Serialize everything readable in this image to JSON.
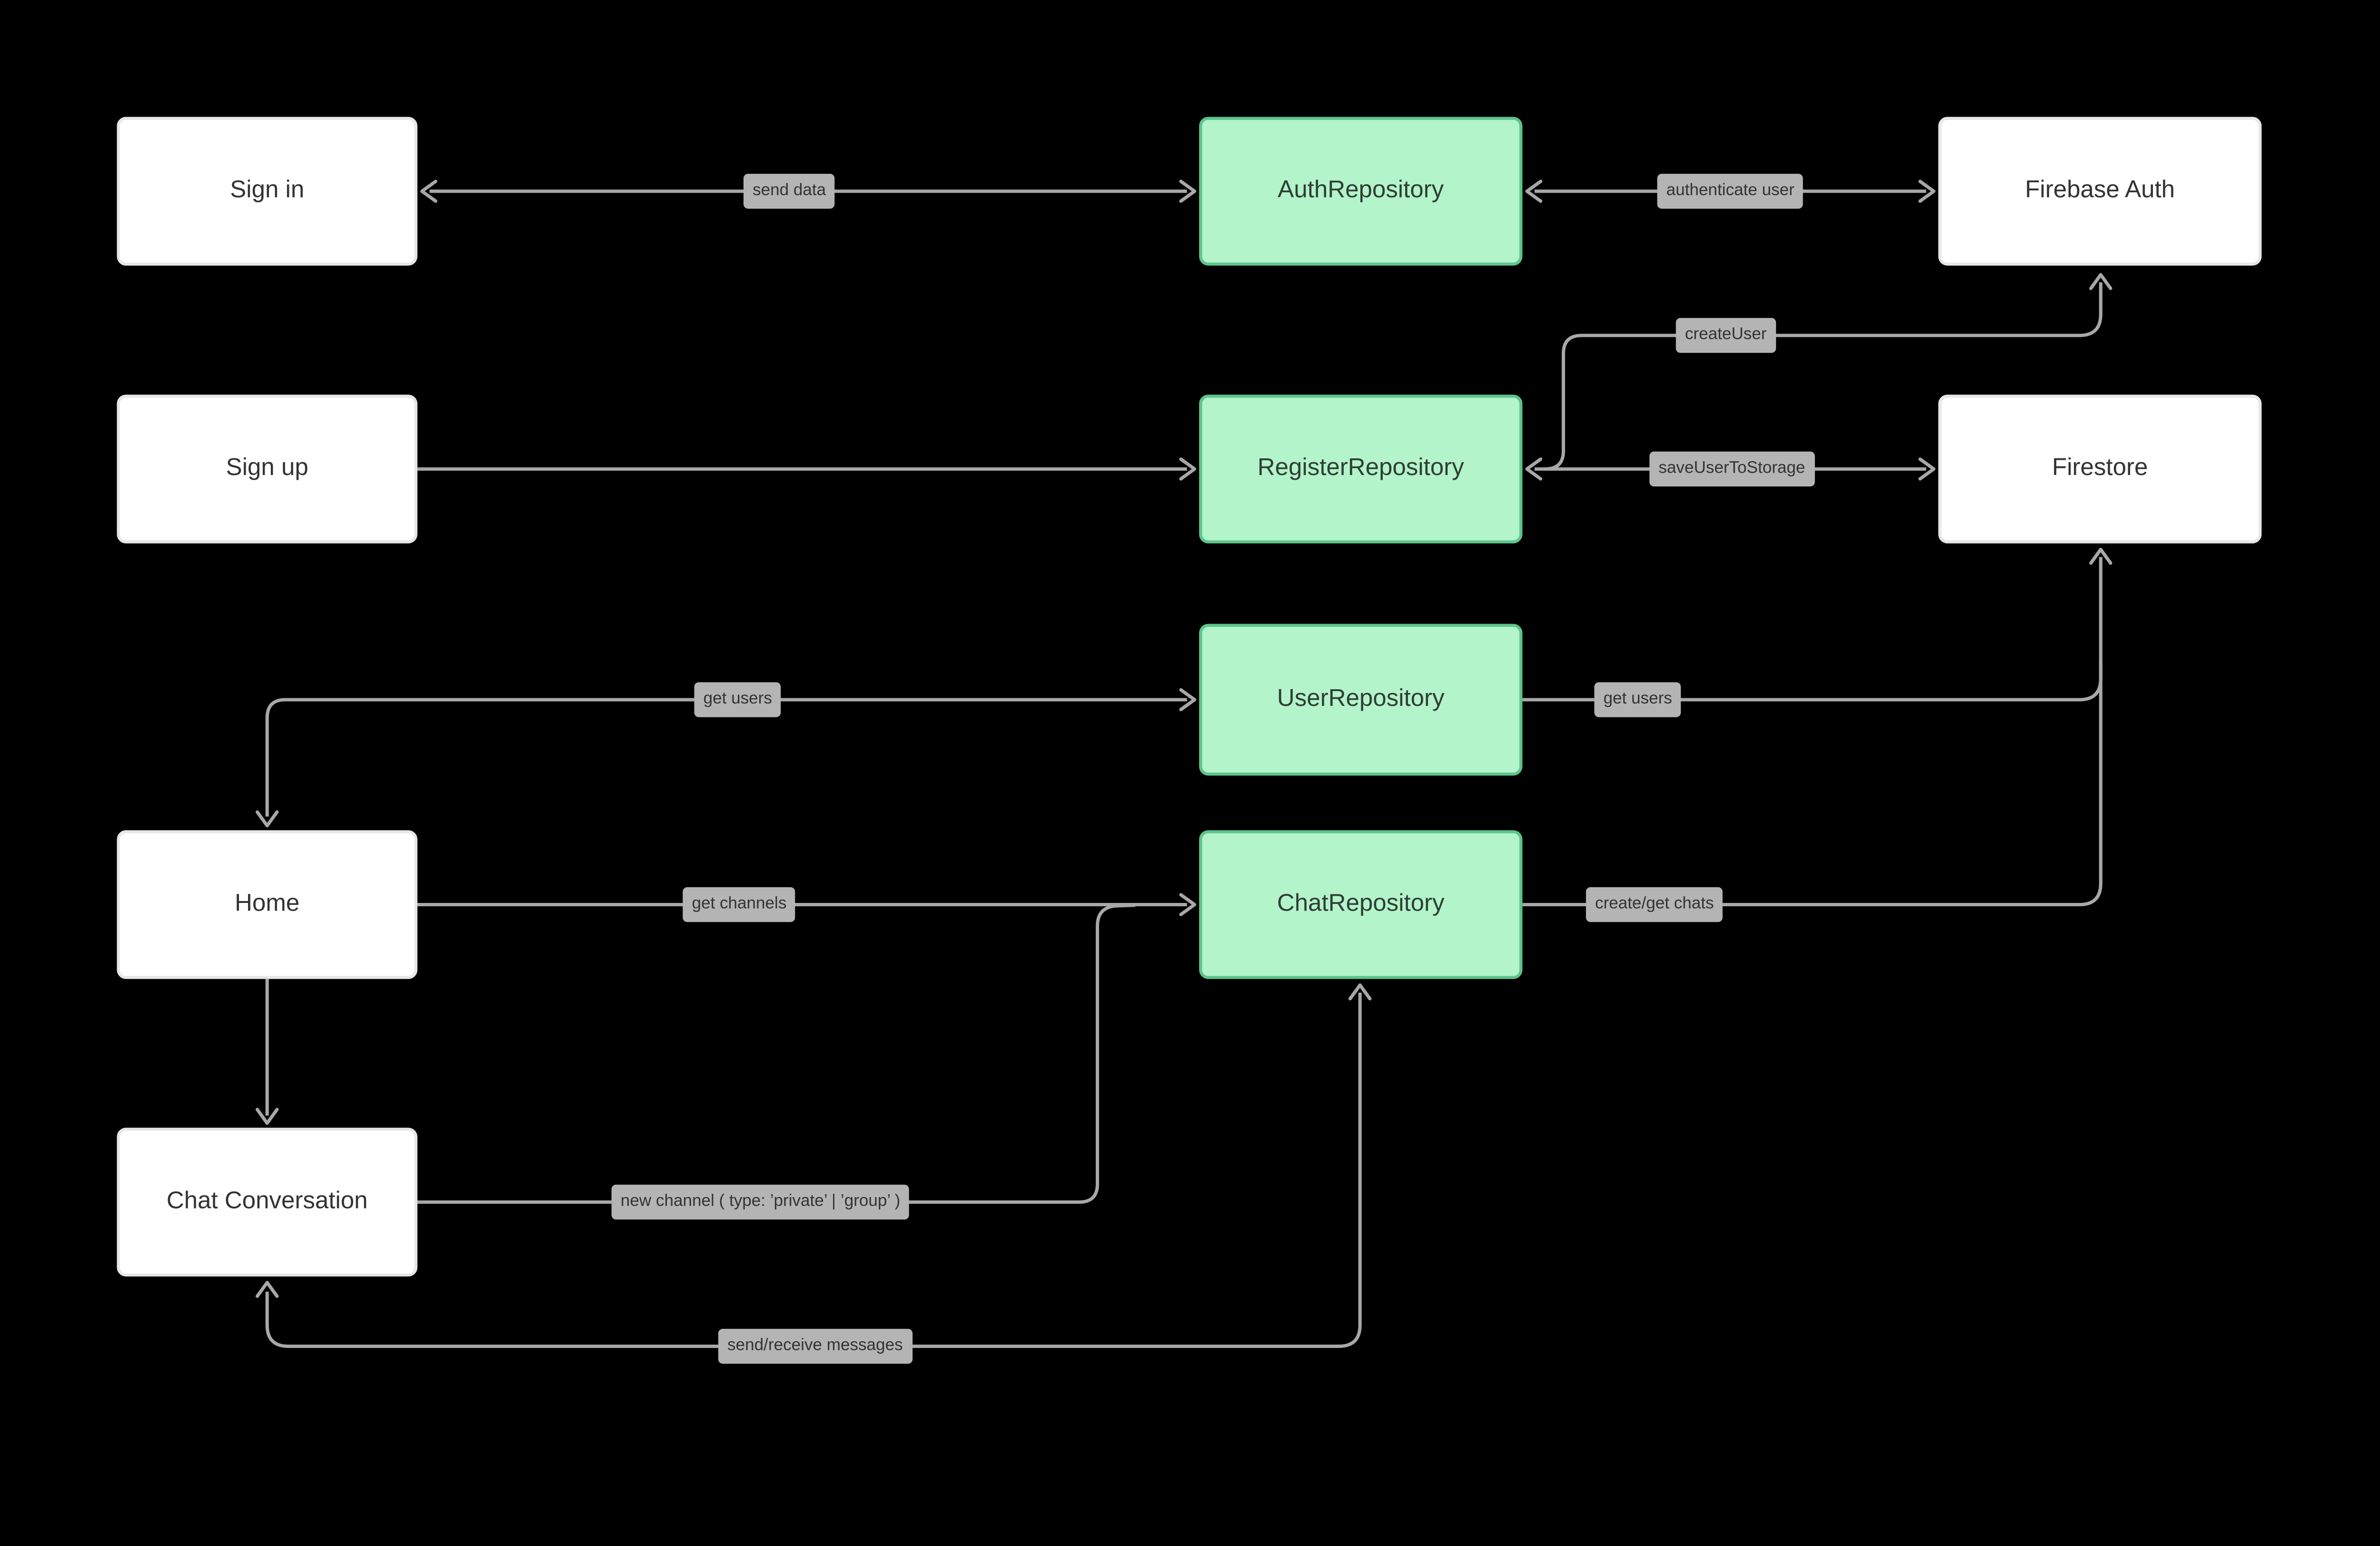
{
  "diagram": {
    "kind": "flowchart",
    "background": "#000000",
    "colors": {
      "screen_node_fill": "#ffffff",
      "screen_node_border": "#e7e7e7",
      "repository_node_fill": "#b3f4ca",
      "repository_node_border": "#5ec48c",
      "node_text": "#333333",
      "edge_line": "#a8a8a8",
      "edge_label_bg": "#b4b4b4",
      "edge_label_text": "#333333"
    },
    "nodes": [
      {
        "id": "sign-in",
        "label": "Sign in",
        "type": "screen"
      },
      {
        "id": "sign-up",
        "label": "Sign up",
        "type": "screen"
      },
      {
        "id": "home",
        "label": "Home",
        "type": "screen"
      },
      {
        "id": "chat-conversation",
        "label": "Chat Conversation",
        "type": "screen"
      },
      {
        "id": "auth-repository",
        "label": "AuthRepository",
        "type": "repository"
      },
      {
        "id": "register-repository",
        "label": "RegisterRepository",
        "type": "repository"
      },
      {
        "id": "user-repository",
        "label": "UserRepository",
        "type": "repository"
      },
      {
        "id": "chat-repository",
        "label": "ChatRepository",
        "type": "repository"
      },
      {
        "id": "firebase-auth",
        "label": "Firebase Auth",
        "type": "service"
      },
      {
        "id": "firestore",
        "label": "Firestore",
        "type": "service"
      }
    ],
    "edges": [
      {
        "from": "Sign in",
        "to": "AuthRepository",
        "label": "send data",
        "bidirectional": true
      },
      {
        "from": "AuthRepository",
        "to": "Firebase Auth",
        "label": "authenticate user",
        "bidirectional": true
      },
      {
        "from": "Sign up",
        "to": "RegisterRepository",
        "label": "",
        "bidirectional": false
      },
      {
        "from": "RegisterRepository",
        "to": "Firestore",
        "label": "saveUserToStorage",
        "bidirectional": true
      },
      {
        "from": "RegisterRepository",
        "to": "Firebase Auth",
        "label": "createUser",
        "bidirectional": false
      },
      {
        "from": "UserRepository",
        "to": "Home",
        "label": "get users",
        "bidirectional": true
      },
      {
        "from": "UserRepository",
        "to": "Firestore",
        "label": "get users",
        "bidirectional": false
      },
      {
        "from": "Home",
        "to": "ChatRepository",
        "label": "get channels",
        "bidirectional": false
      },
      {
        "from": "Home",
        "to": "Chat Conversation",
        "label": "",
        "bidirectional": false
      },
      {
        "from": "Chat Conversation",
        "to": "ChatRepository",
        "label": "new channel ( type: ’private’ | ’group’ )",
        "bidirectional": false
      },
      {
        "from": "ChatRepository",
        "to": "Firestore",
        "label": "create/get chats",
        "bidirectional": false
      },
      {
        "from": "ChatRepository",
        "to": "Chat Conversation",
        "label": "send/receive messages",
        "bidirectional": true
      }
    ]
  }
}
